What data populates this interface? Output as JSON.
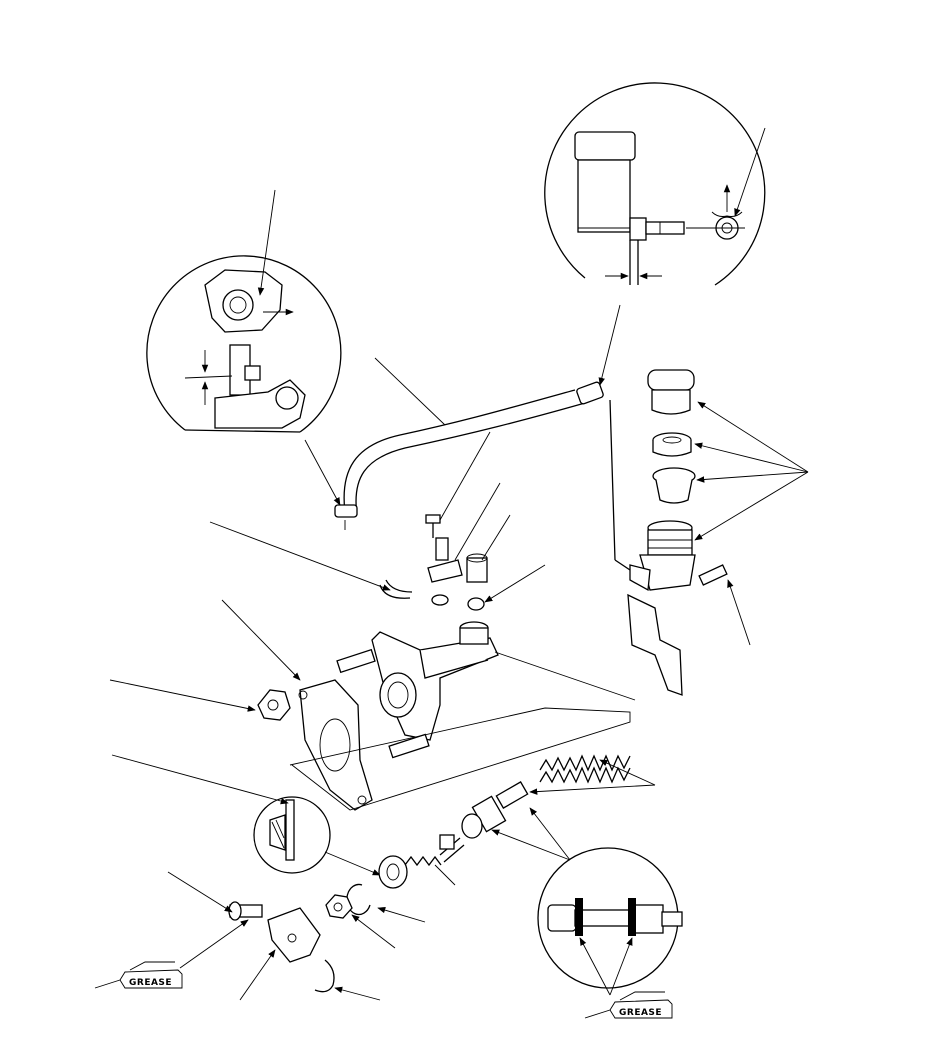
{
  "labels": {
    "grease_left": "GREASE",
    "grease_right": "GREASE"
  },
  "icons": {
    "arrow": "leader-arrow",
    "grease": "grease-tube-icon"
  },
  "colors": {
    "line": "#000000",
    "background": "#ffffff"
  }
}
